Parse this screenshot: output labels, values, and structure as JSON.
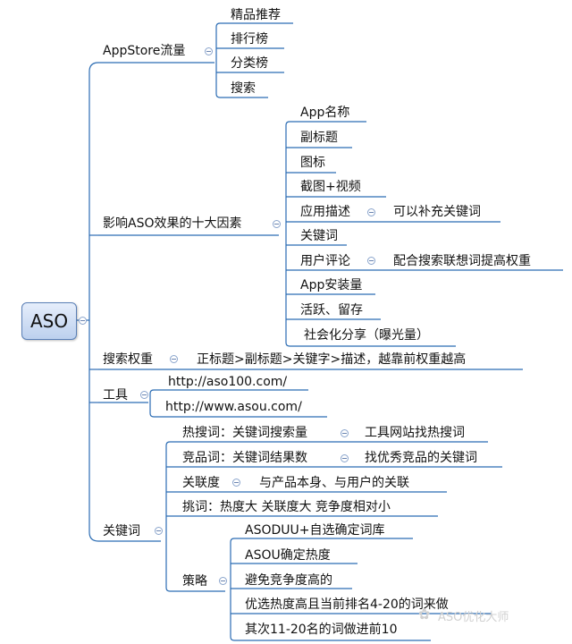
{
  "root": "ASO",
  "branches": {
    "appstore": {
      "label": "AppStore流量",
      "children": [
        "精品推荐",
        "排行榜",
        "分类榜",
        "搜索"
      ]
    },
    "factors": {
      "label": "影响ASO效果的十大因素",
      "children": [
        "App名称",
        "副标题",
        "图标",
        "截图+视频",
        "应用描述",
        "关键词",
        "用户评论",
        "App安装量",
        "活跃、留存",
        "社会化分享（曝光量）"
      ],
      "notes": {
        "app_description": "可以补充关键词",
        "user_reviews": "配合搜索联想词提高权重"
      }
    },
    "search_weight": {
      "label": "搜索权重",
      "detail": "正标题>副标题>关键字>描述，越靠前权重越高"
    },
    "tools": {
      "label": "工具",
      "children": [
        "http://aso100.com/",
        "http://www.asou.com/"
      ]
    },
    "keywords": {
      "label": "关键词",
      "children": {
        "hot": "热搜词：关键词搜索量",
        "hot_note": "工具网站找热搜词",
        "competitor": "竞品词：关键词结果数",
        "competitor_note": "找优秀竞品的关键词",
        "relevance": "关联度",
        "relevance_note": "与产品本身、与用户的关联",
        "pick": "挑词：热度大 关联度大 竞争度相对小",
        "strategy": "策略"
      },
      "strategy_items": [
        "ASODUU+自选确定词库",
        "ASOU确定热度",
        "避免竞争度高的",
        "优选热度高且当前排名4-20的词来做",
        "其次11-20名的词做进前10"
      ]
    }
  },
  "watermark": "ASO优化大师",
  "colors": {
    "connector": "#2b6cb3",
    "underline": "#2b6cb3",
    "root_fill": "#c9d8f0"
  }
}
